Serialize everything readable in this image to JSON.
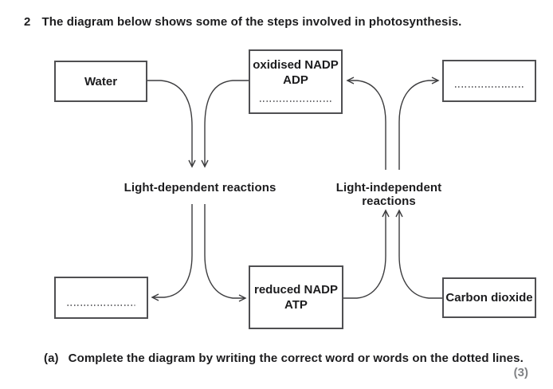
{
  "question": {
    "number": "2",
    "intro": "The diagram below shows some of the steps involved in photosynthesis.",
    "part_label": "(a)",
    "part_text": "Complete the diagram by writing the correct word or words on the dotted lines.",
    "marks": "(3)"
  },
  "diagram": {
    "boxes": {
      "water": {
        "label": "Water"
      },
      "oxidised_nadp": {
        "line1": "oxidised NADP",
        "line2": "ADP",
        "answer_blank": true
      },
      "top_right_blank": {
        "answer_blank": true
      },
      "bottom_left_blank": {
        "answer_blank": true
      },
      "reduced_nadp": {
        "line1": "reduced NADP",
        "line2": "ATP"
      },
      "carbon_dioxide": {
        "label": "Carbon dioxide"
      }
    },
    "labels": {
      "light_dependent": "Light-dependent reactions",
      "light_independent": "Light-independent reactions"
    },
    "arrows": [
      {
        "from": "water",
        "to": "light-dependent-reactions"
      },
      {
        "from": "oxidised-nadp-adp",
        "to": "light-dependent-reactions"
      },
      {
        "from": "light-dependent-reactions",
        "to": "bottom-left-blank"
      },
      {
        "from": "light-dependent-reactions",
        "to": "reduced-nadp-atp"
      },
      {
        "from": "reduced-nadp-atp",
        "to": "light-independent-reactions"
      },
      {
        "from": "carbon-dioxide",
        "to": "light-independent-reactions"
      },
      {
        "from": "light-independent-reactions",
        "to": "oxidised-nadp-adp"
      },
      {
        "from": "light-independent-reactions",
        "to": "top-right-blank"
      }
    ],
    "colors": {
      "box_border": "#4f4f52",
      "arrow": "#3c3c3e",
      "text": "#1c1c1e",
      "marks": "#808285",
      "dotted_blank": "#6e6e71"
    }
  }
}
